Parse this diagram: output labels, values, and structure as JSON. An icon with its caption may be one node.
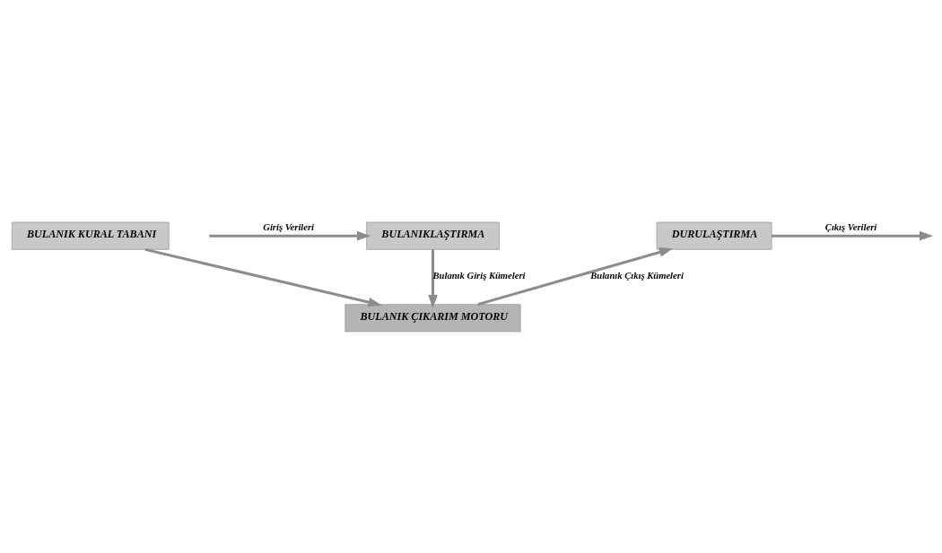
{
  "diagram": {
    "nodes": [
      {
        "text": [
          "BULANIK KURAL TABANI"
        ]
      },
      {
        "text": [
          "BULANIKLAŞTIRMA"
        ]
      },
      {
        "text": [
          "DURULAŞTIRMA"
        ]
      },
      {
        "text": [
          "BULANIK ÇIKARIM MOTORU"
        ]
      }
    ],
    "edges": [
      {
        "from": null,
        "to": 1,
        "arrow": "to",
        "label": "Giriş Verileri"
      },
      {
        "from": 0,
        "to": 3,
        "arrow": "to"
      },
      {
        "from": 1,
        "to": 3,
        "arrow": "to",
        "label": "Bulanık Giriş Kümeleri"
      },
      {
        "from": 3,
        "to": 2,
        "arrow": "to",
        "label": "Bulanık Çıkış Kümeleri"
      },
      {
        "from": 2,
        "to": null,
        "arrow": "to",
        "label": "Çıkış Verileri"
      }
    ]
  }
}
